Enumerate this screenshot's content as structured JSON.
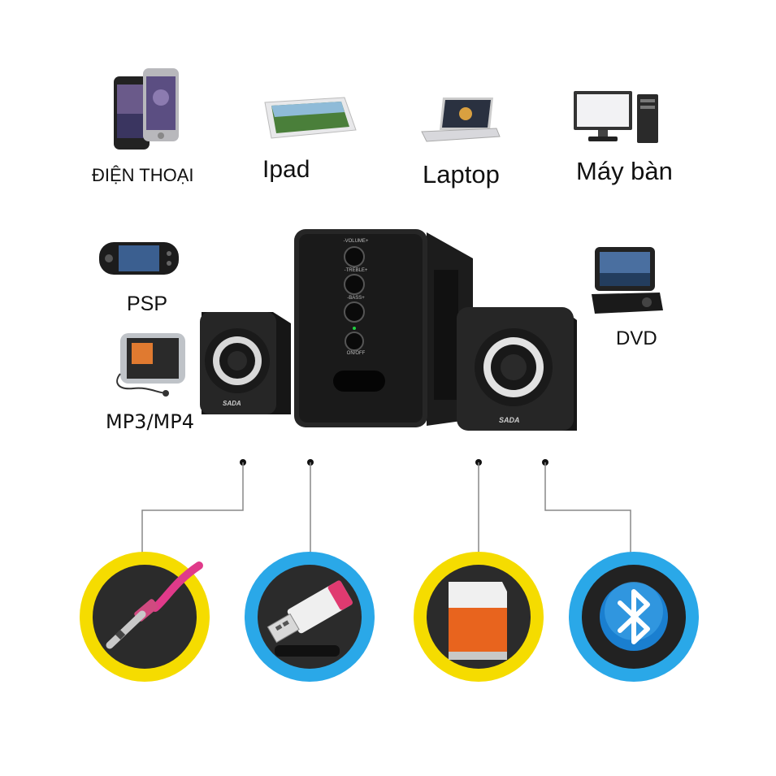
{
  "devices": {
    "phone": {
      "label": "ĐIỆN THOẠI",
      "icon": "smartphone-icon"
    },
    "ipad": {
      "label": "Ipad",
      "icon": "tablet-icon"
    },
    "laptop": {
      "label": "Laptop",
      "icon": "laptop-icon"
    },
    "desktop": {
      "label": "Máy bàn",
      "icon": "desktop-computer-icon"
    },
    "psp": {
      "label": "PSP",
      "icon": "handheld-console-icon"
    },
    "mp3": {
      "label": "MP3/MP4",
      "icon": "media-player-icon"
    },
    "dvd": {
      "label": "DVD",
      "icon": "portable-dvd-icon"
    }
  },
  "speaker": {
    "brand": "SADA",
    "controls": [
      "-VOLUME+",
      "-TREBLE+",
      "-BASS+",
      "ON/OFF"
    ]
  },
  "inputs": [
    {
      "name": "aux-jack",
      "icon": "audio-jack-icon",
      "ring_color": "#f5dc00"
    },
    {
      "name": "usb",
      "icon": "usb-drive-icon",
      "ring_color": "#2aa8e8"
    },
    {
      "name": "tf-card",
      "icon": "memory-card-icon",
      "ring_color": "#f5dc00"
    },
    {
      "name": "bluetooth",
      "icon": "bluetooth-icon",
      "ring_color": "#2aa8e8"
    }
  ],
  "colors": {
    "yellow": "#f5dc00",
    "blue": "#2aa8e8",
    "card_orange": "#e8641e"
  }
}
